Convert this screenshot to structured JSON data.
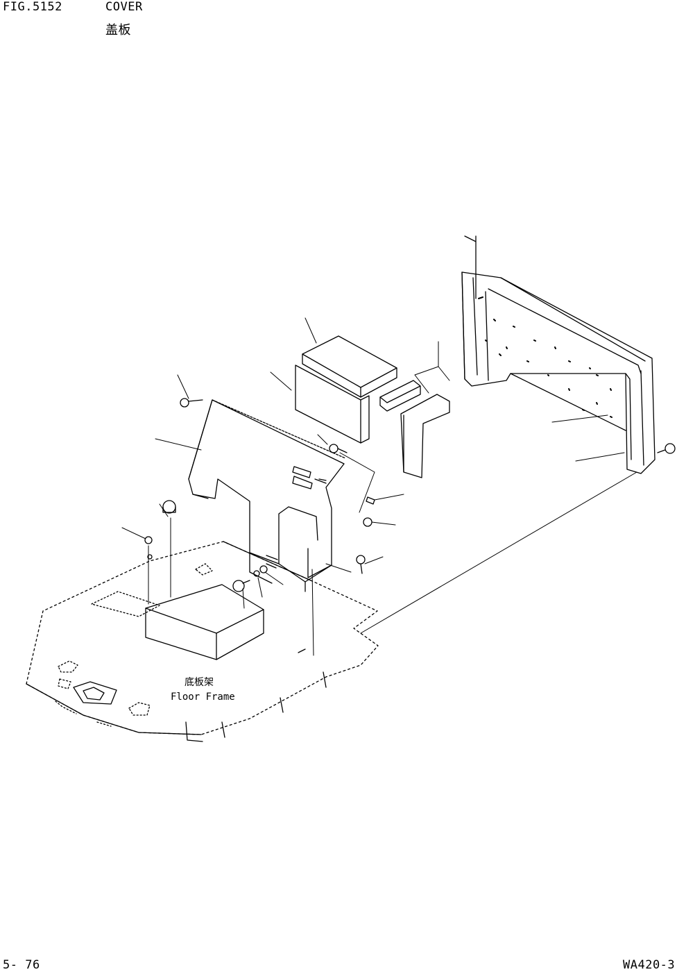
{
  "header": {
    "figure": "FIG.5152",
    "title_en": "COVER",
    "title_cn": "盖板"
  },
  "callouts": {
    "floor_frame_cn": "底板架",
    "floor_frame_en": "Floor Frame"
  },
  "footer": {
    "page": "5- 76",
    "model": "WA420-3"
  }
}
